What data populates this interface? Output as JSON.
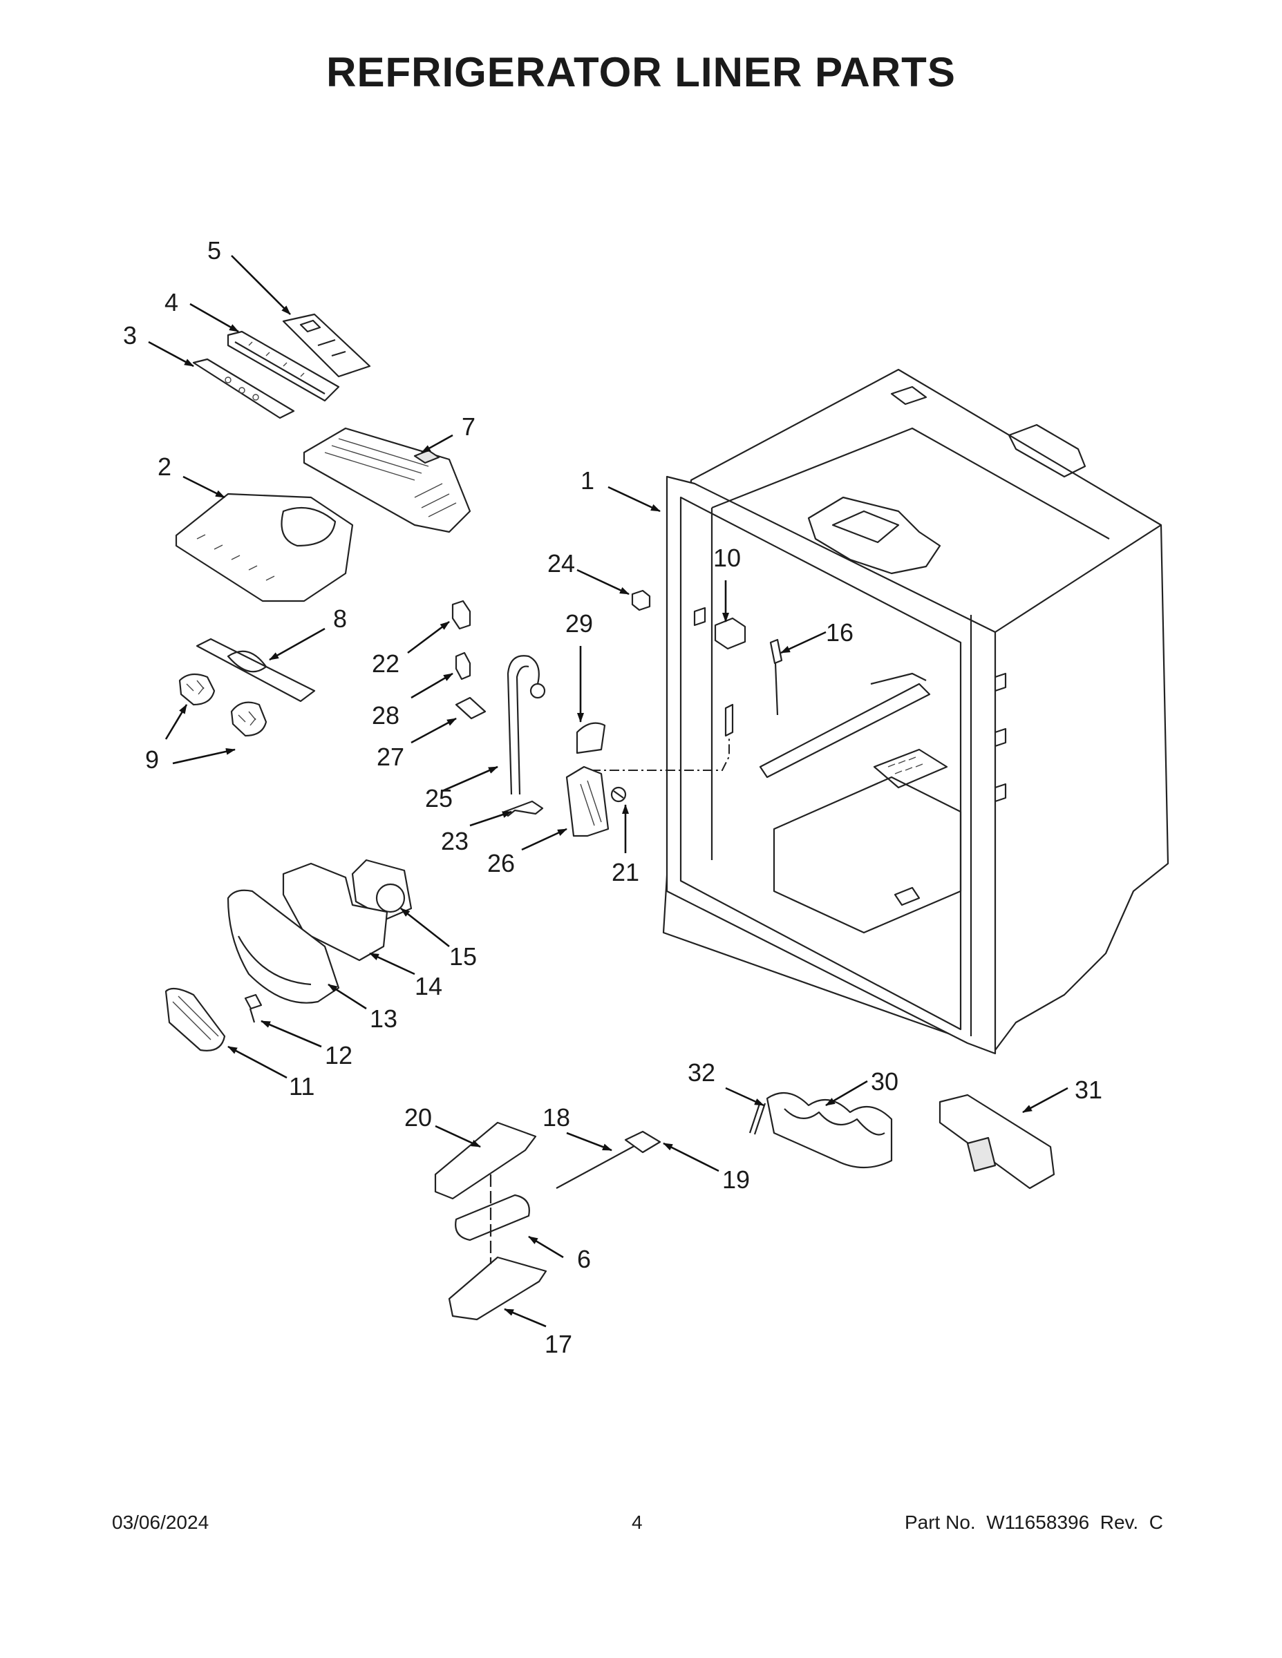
{
  "title": "REFRIGERATOR LINER PARTS",
  "callouts": [
    "1",
    "2",
    "3",
    "4",
    "5",
    "6",
    "7",
    "8",
    "9",
    "10",
    "11",
    "12",
    "13",
    "14",
    "15",
    "16",
    "17",
    "18",
    "19",
    "20",
    "21",
    "22",
    "23",
    "24",
    "25",
    "26",
    "27",
    "28",
    "29",
    "30",
    "31",
    "32"
  ],
  "footer": {
    "date": "03/06/2024",
    "page": "4",
    "part_no": "Part No.  W11658396  Rev.  C"
  }
}
